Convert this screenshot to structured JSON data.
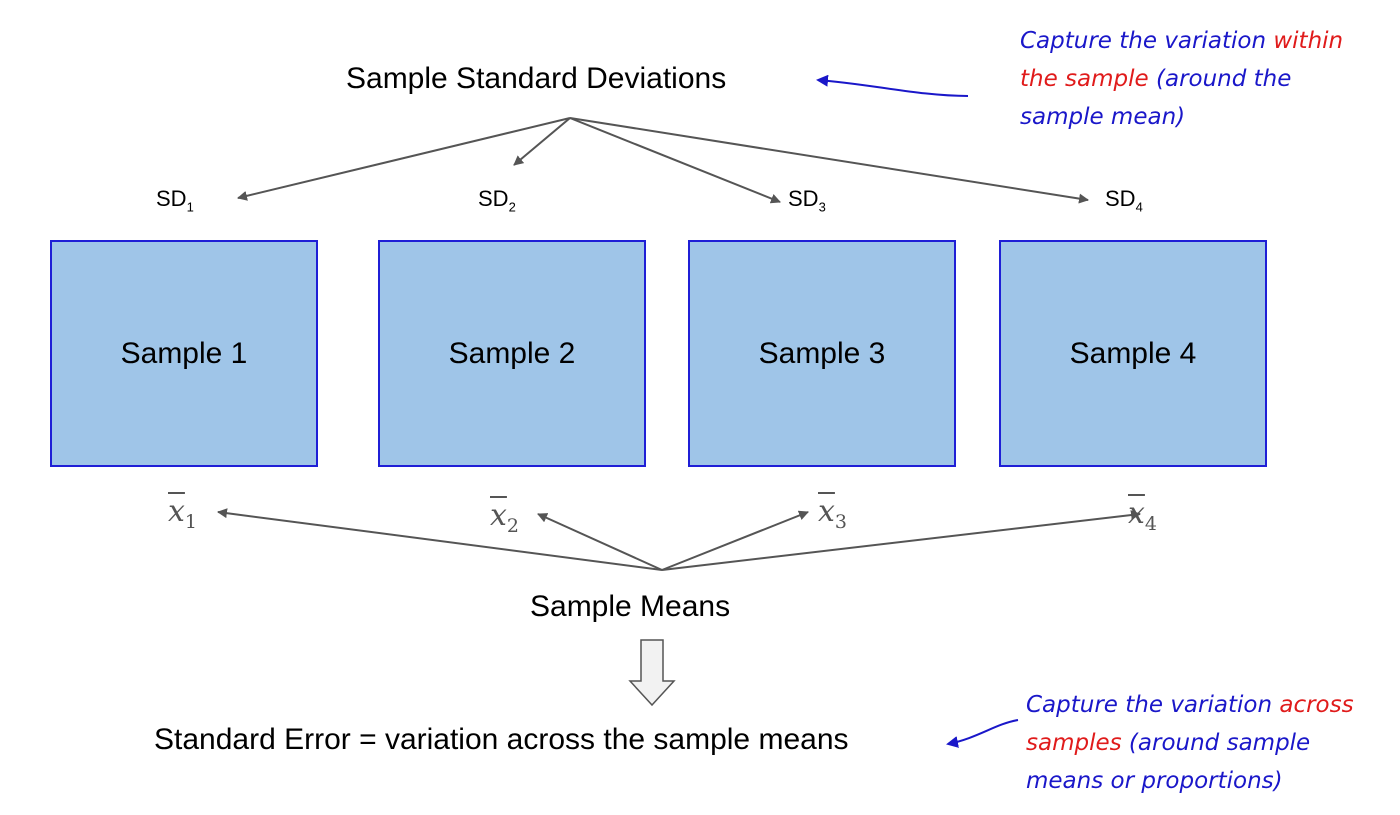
{
  "top_title": "Sample Standard Deviations",
  "sd_labels": [
    {
      "base": "SD",
      "sub": "1"
    },
    {
      "base": "SD",
      "sub": "2"
    },
    {
      "base": "SD",
      "sub": "3"
    },
    {
      "base": "SD",
      "sub": "4"
    }
  ],
  "samples": [
    "Sample 1",
    "Sample 2",
    "Sample 3",
    "Sample 4"
  ],
  "means": [
    {
      "var": "x",
      "sub": "1"
    },
    {
      "var": "x",
      "sub": "2"
    },
    {
      "var": "x",
      "sub": "3"
    },
    {
      "var": "x",
      "sub": "4"
    }
  ],
  "means_title": "Sample Means",
  "bottom_title": "Standard Error = variation across the sample means",
  "note_top": {
    "part1": "Capture the variation ",
    "highlight1": "within",
    "highlight2": "the sample",
    "part2": " (around the",
    "line3": "sample mean)"
  },
  "note_bottom": {
    "part1": "Capture the variation ",
    "highlight1": "across",
    "highlight2": "samples",
    "part2": " (around sample",
    "line3": "means or proportions)"
  },
  "colors": {
    "box_fill": "#9fc5e8",
    "box_border": "#1f1fd6",
    "arrow": "#555555",
    "note_blue": "#1a17c9",
    "note_red": "#e01b1b"
  }
}
